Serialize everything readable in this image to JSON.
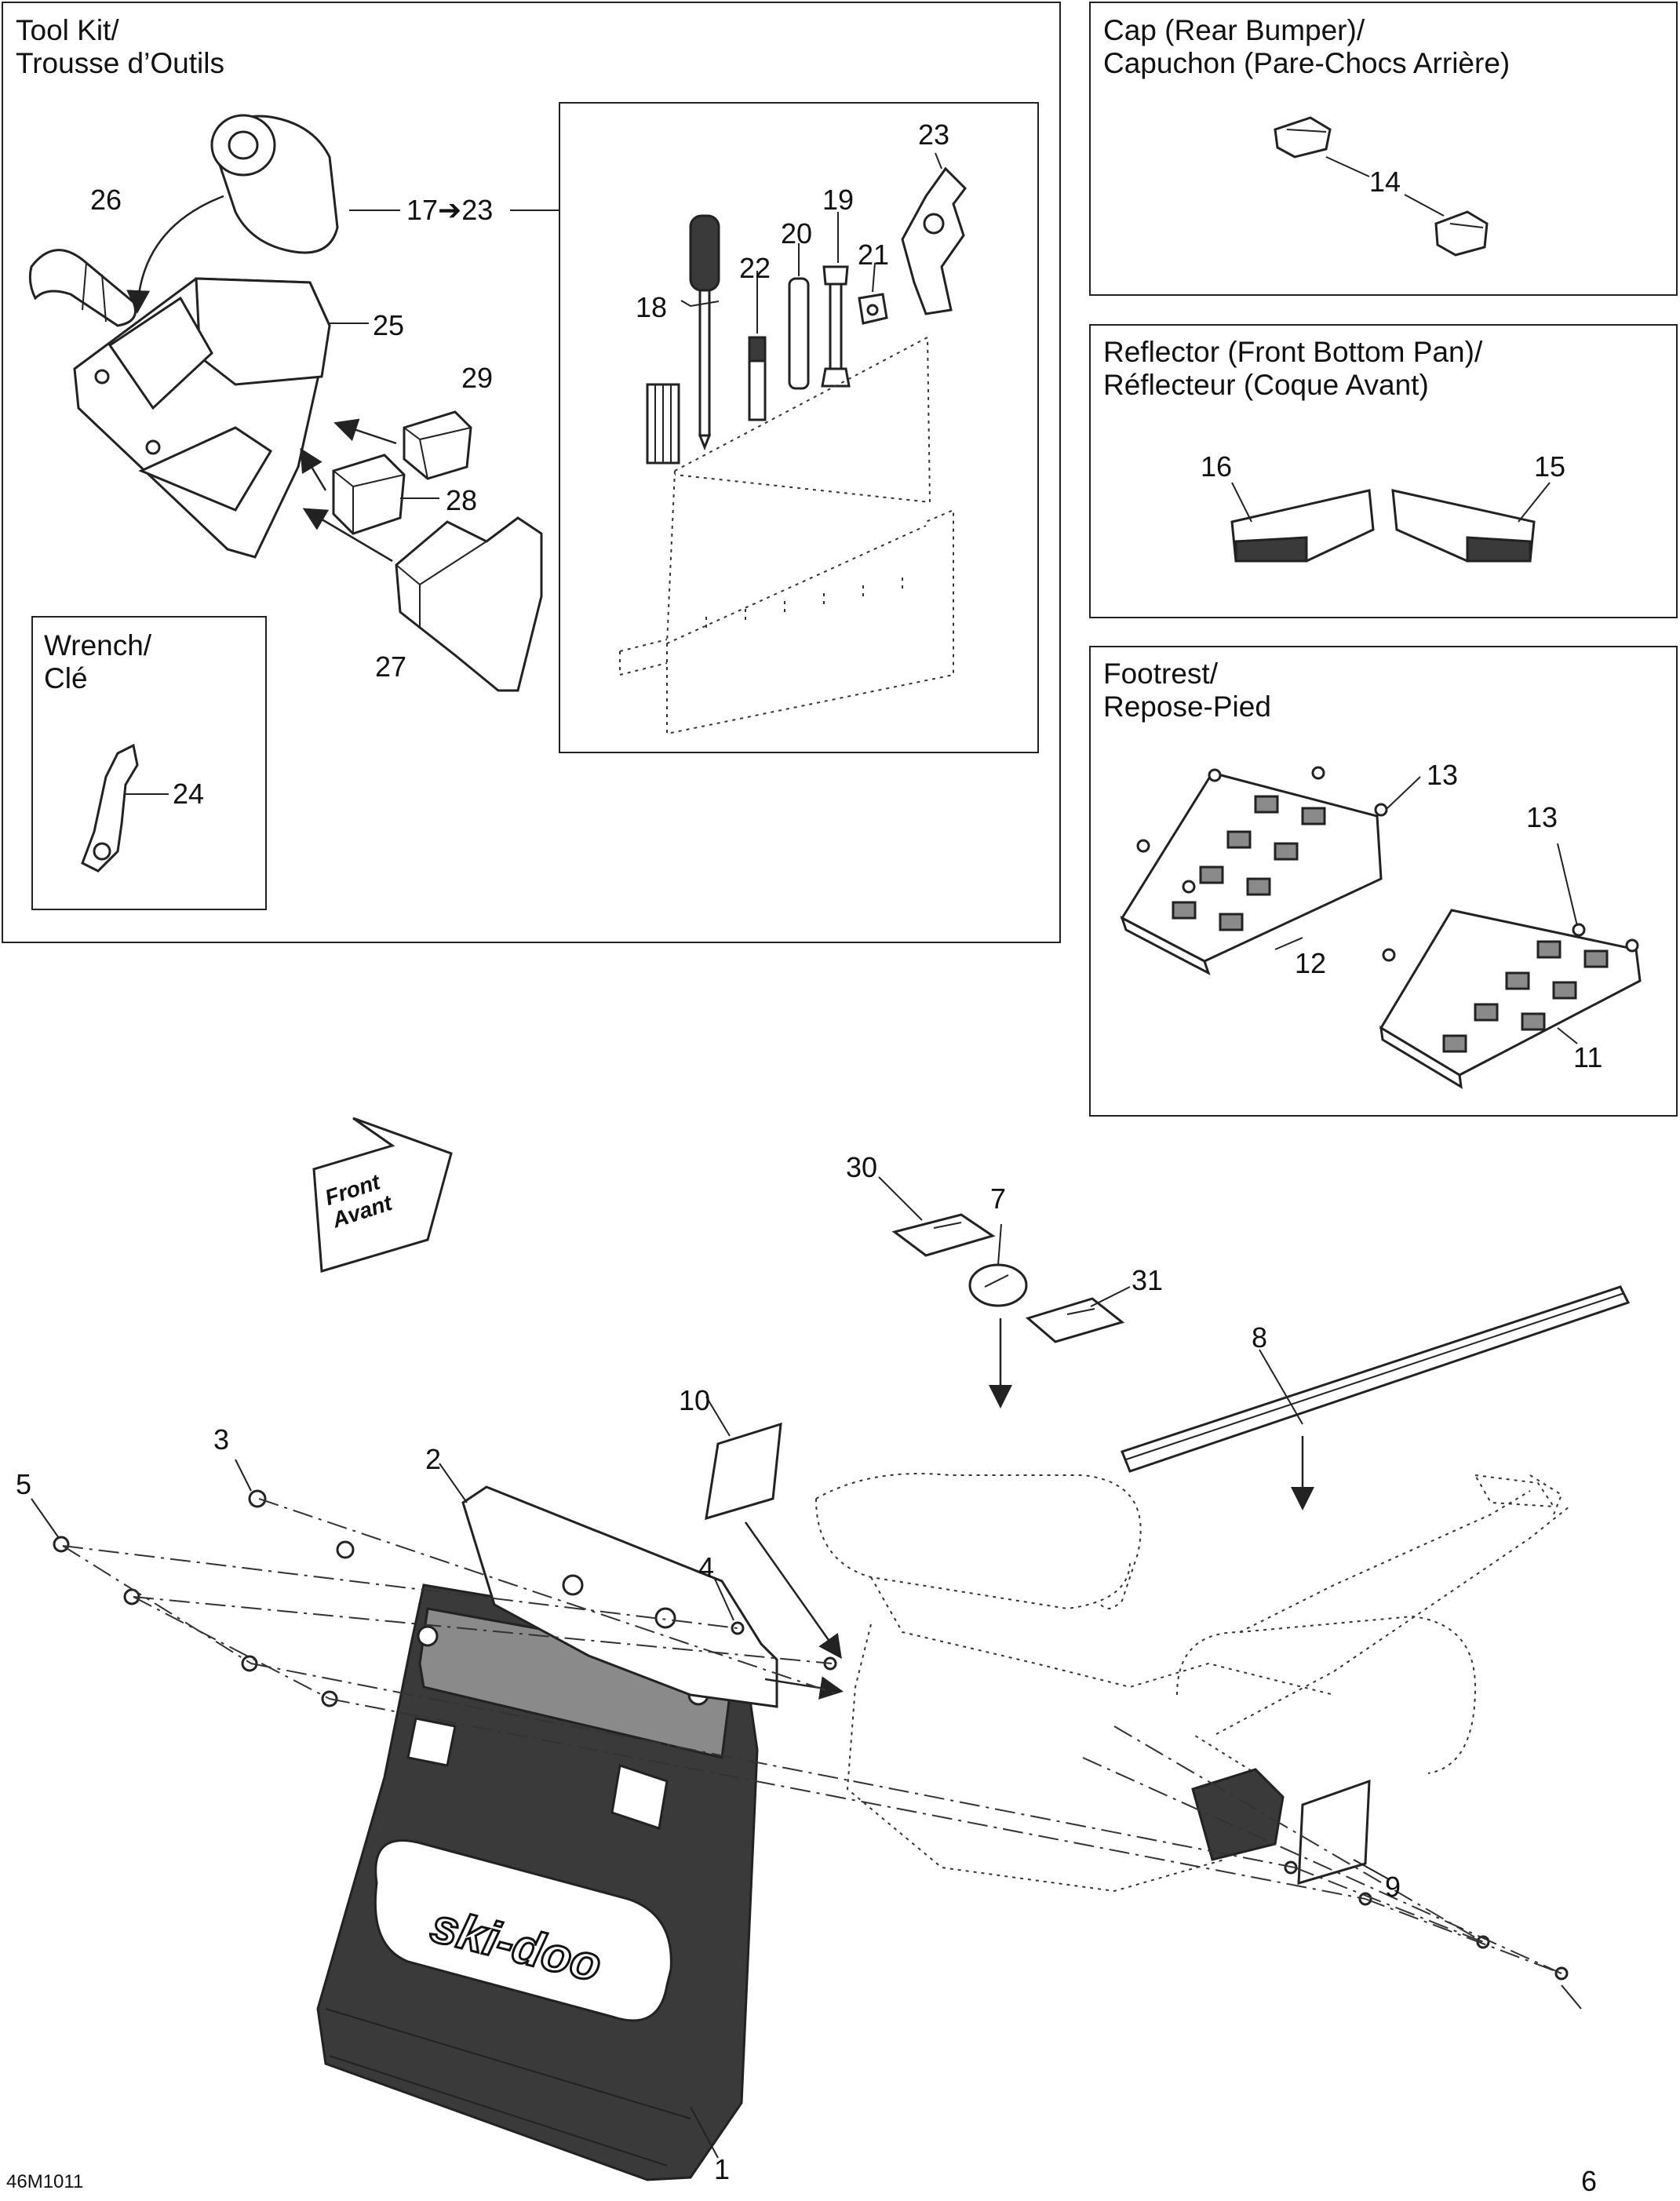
{
  "panels": {
    "tool_kit": {
      "line1": "Tool Kit/",
      "line2": "Trousse d’Outils"
    },
    "wrench": {
      "line1": "Wrench/",
      "line2": "Clé"
    },
    "cap": {
      "line1": "Cap (Rear Bumper)/",
      "line2": "Capuchon (Pare-Chocs Arrière)"
    },
    "reflector": {
      "line1": "Reflector (Front Bottom Pan)/",
      "line2": "Réflecteur (Coque Avant)"
    },
    "footrest": {
      "line1": "Footrest/",
      "line2": "Repose-Pied"
    }
  },
  "front_arrow": {
    "line1": "Front",
    "line2": "Avant"
  },
  "callouts": {
    "c1": "1",
    "c2": "2",
    "c3": "3",
    "c4": "4",
    "c5": "5",
    "c6": "6",
    "c7": "7",
    "c8": "8",
    "c9": "9",
    "c10": "10",
    "c11": "11",
    "c12": "12",
    "c13a": "13",
    "c13b": "13",
    "c14": "14",
    "c15": "15",
    "c16": "16",
    "c17_23": "17➔23",
    "c18": "18",
    "c19": "19",
    "c20": "20",
    "c21": "21",
    "c22": "22",
    "c23": "23",
    "c24": "24",
    "c25": "25",
    "c26": "26",
    "c27": "27",
    "c28": "28",
    "c29": "29",
    "c30": "30",
    "c31": "31"
  },
  "logo_text": "ski-doo",
  "figure_code": "46M1011"
}
